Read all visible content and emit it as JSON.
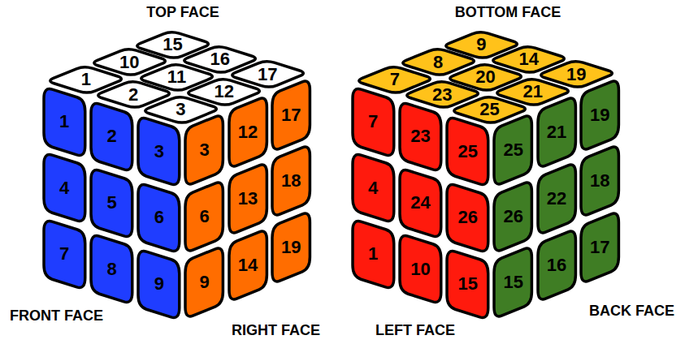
{
  "diagram": {
    "nodes": [
      {
        "text": [
          "15"
        ]
      },
      {
        "text": [
          "10"
        ]
      },
      {
        "text": [
          "16"
        ]
      },
      {
        "text": [
          "1"
        ]
      },
      {
        "text": [
          "11"
        ]
      },
      {
        "text": [
          "17"
        ]
      },
      {
        "text": [
          "2"
        ]
      },
      {
        "text": [
          "12"
        ]
      },
      {
        "text": [
          "3"
        ]
      },
      {
        "text": [
          "1"
        ]
      },
      {
        "text": [
          "2"
        ]
      },
      {
        "text": [
          "3"
        ]
      },
      {
        "text": [
          "4"
        ]
      },
      {
        "text": [
          "5"
        ]
      },
      {
        "text": [
          "6"
        ]
      },
      {
        "text": [
          "7"
        ]
      },
      {
        "text": [
          "8"
        ]
      },
      {
        "text": [
          "9"
        ]
      },
      {
        "text": [
          "3"
        ]
      },
      {
        "text": [
          "12"
        ]
      },
      {
        "text": [
          "17"
        ]
      },
      {
        "text": [
          "6"
        ]
      },
      {
        "text": [
          "13"
        ]
      },
      {
        "text": [
          "18"
        ]
      },
      {
        "text": [
          "9"
        ]
      },
      {
        "text": [
          "14"
        ]
      },
      {
        "text": [
          "19"
        ]
      },
      {
        "text": [
          "9"
        ]
      },
      {
        "text": [
          "8"
        ]
      },
      {
        "text": [
          "14"
        ]
      },
      {
        "text": [
          "7"
        ]
      },
      {
        "text": [
          "20"
        ]
      },
      {
        "text": [
          "19"
        ]
      },
      {
        "text": [
          "23"
        ]
      },
      {
        "text": [
          "21"
        ]
      },
      {
        "text": [
          "25"
        ]
      },
      {
        "text": [
          "7"
        ]
      },
      {
        "text": [
          "23"
        ]
      },
      {
        "text": [
          "25"
        ]
      },
      {
        "text": [
          "4"
        ]
      },
      {
        "text": [
          "24"
        ]
      },
      {
        "text": [
          "26"
        ]
      },
      {
        "text": [
          "1"
        ]
      },
      {
        "text": [
          "10"
        ]
      },
      {
        "text": [
          "15"
        ]
      },
      {
        "text": [
          "25"
        ]
      },
      {
        "text": [
          "21"
        ]
      },
      {
        "text": [
          "19"
        ]
      },
      {
        "text": [
          "26"
        ]
      },
      {
        "text": [
          "22"
        ]
      },
      {
        "text": [
          "18"
        ]
      },
      {
        "text": [
          "15"
        ]
      },
      {
        "text": [
          "16"
        ]
      },
      {
        "text": [
          "17"
        ]
      }
    ],
    "labels": [
      "TOP FACE",
      "BOTTOM FACE",
      "FRONT FACE",
      "RIGHT FACE",
      "LEFT FACE",
      "BACK FACE"
    ]
  }
}
